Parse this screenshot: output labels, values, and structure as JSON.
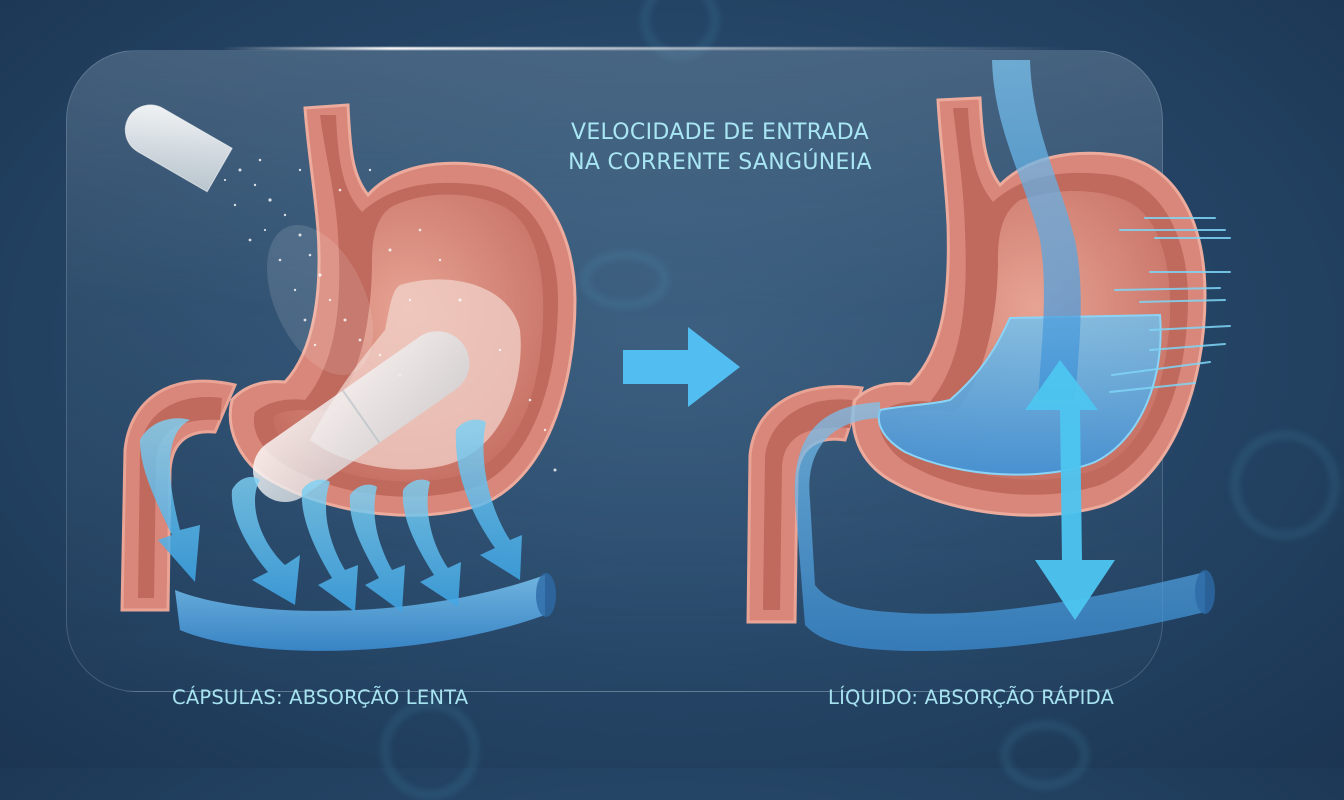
{
  "title": {
    "line1": "VELOCIDADE DE ENTRADA",
    "line2": "NA CORRENTE SANGÚNEIA"
  },
  "left_panel": {
    "caption": "CÁPSULAS: ABSORÇÃO LENTA",
    "illustration": "stomach-with-dissolving-capsules",
    "absorption_arrows": 6
  },
  "right_panel": {
    "caption": "LÍQUIDO: ABSORÇÃO RÁPIDA",
    "illustration": "stomach-with-liquid",
    "absorption_arrow": "double-headed-vertical-arrow"
  },
  "transition_icon": "right-arrow-icon",
  "colors": {
    "background": "#27486a",
    "text": "#a9e6f3",
    "stomach_wall": "#d9877a",
    "stomach_inner": "#c86f63",
    "blood_vessel": "#4aa8e8",
    "arrow": "#55c3f0",
    "capsule": "#eef2f4"
  }
}
